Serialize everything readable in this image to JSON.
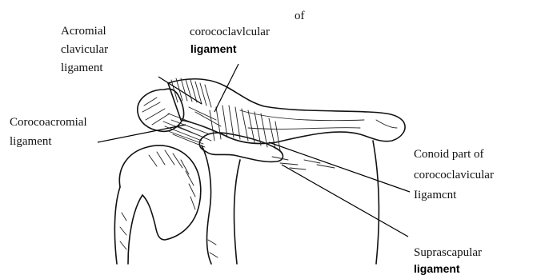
{
  "labels": {
    "trapezoid_top": "of",
    "trapezoid_mid": "corococlavlcular",
    "trapezoid_bottom": "ligament",
    "acromial_1": "Acromial",
    "acromial_2": "clavicular",
    "acromial_3": "ligament",
    "coracoacromial_1": "Corocoacromial",
    "coracoacromial_2": "ligament",
    "conoid_1": "Conoid part of",
    "conoid_2": "corococlavicular",
    "conoid_3": "Iigamcnt",
    "suprascapular_1": "Suprascapular",
    "suprascapular_2": "ligament"
  }
}
